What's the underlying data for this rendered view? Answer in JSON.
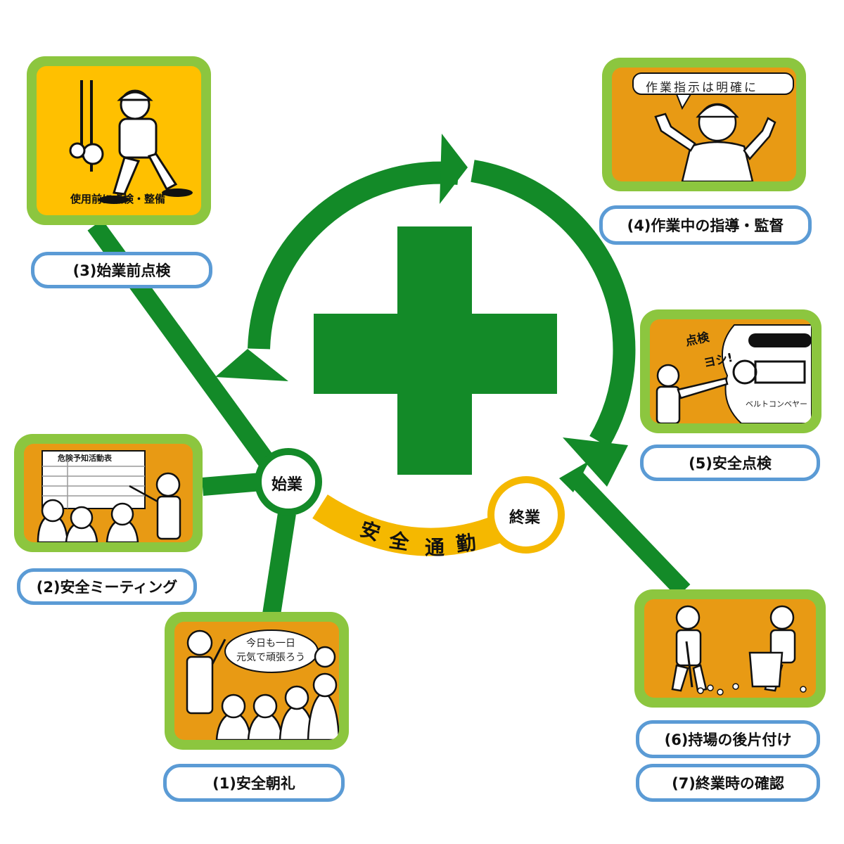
{
  "center": {
    "start_node": "始業",
    "end_node": "終業",
    "commute_chars": [
      "安",
      "全",
      "通",
      "勤"
    ]
  },
  "colors": {
    "green": "#138a28",
    "panel_border": "#8cc63f",
    "panel_fill": "#e89a14",
    "panel_fill_bright": "#ffc000",
    "commute_band": "#f5b800",
    "label_border": "#5b9bd5"
  },
  "steps": [
    {
      "label": "(1)安全朝礼",
      "bubble_lines": [
        "今日も一日",
        "元気で頑張ろう"
      ]
    },
    {
      "label": "(2)安全ミーティング",
      "board_title": "危険予知活動表"
    },
    {
      "label": "(3)始業前点検",
      "caption": "使用前に点検・整備"
    },
    {
      "label": "(4)作業中の指導・監督",
      "bubble": "作業指示は明確に"
    },
    {
      "label": "(5)安全点検",
      "shout_lines": [
        "点検",
        "ヨシ!"
      ],
      "machine_label": "ベルトコンベヤー"
    },
    {
      "label": "(6)持場の後片付け"
    },
    {
      "label": "(7)終業時の確認"
    }
  ]
}
